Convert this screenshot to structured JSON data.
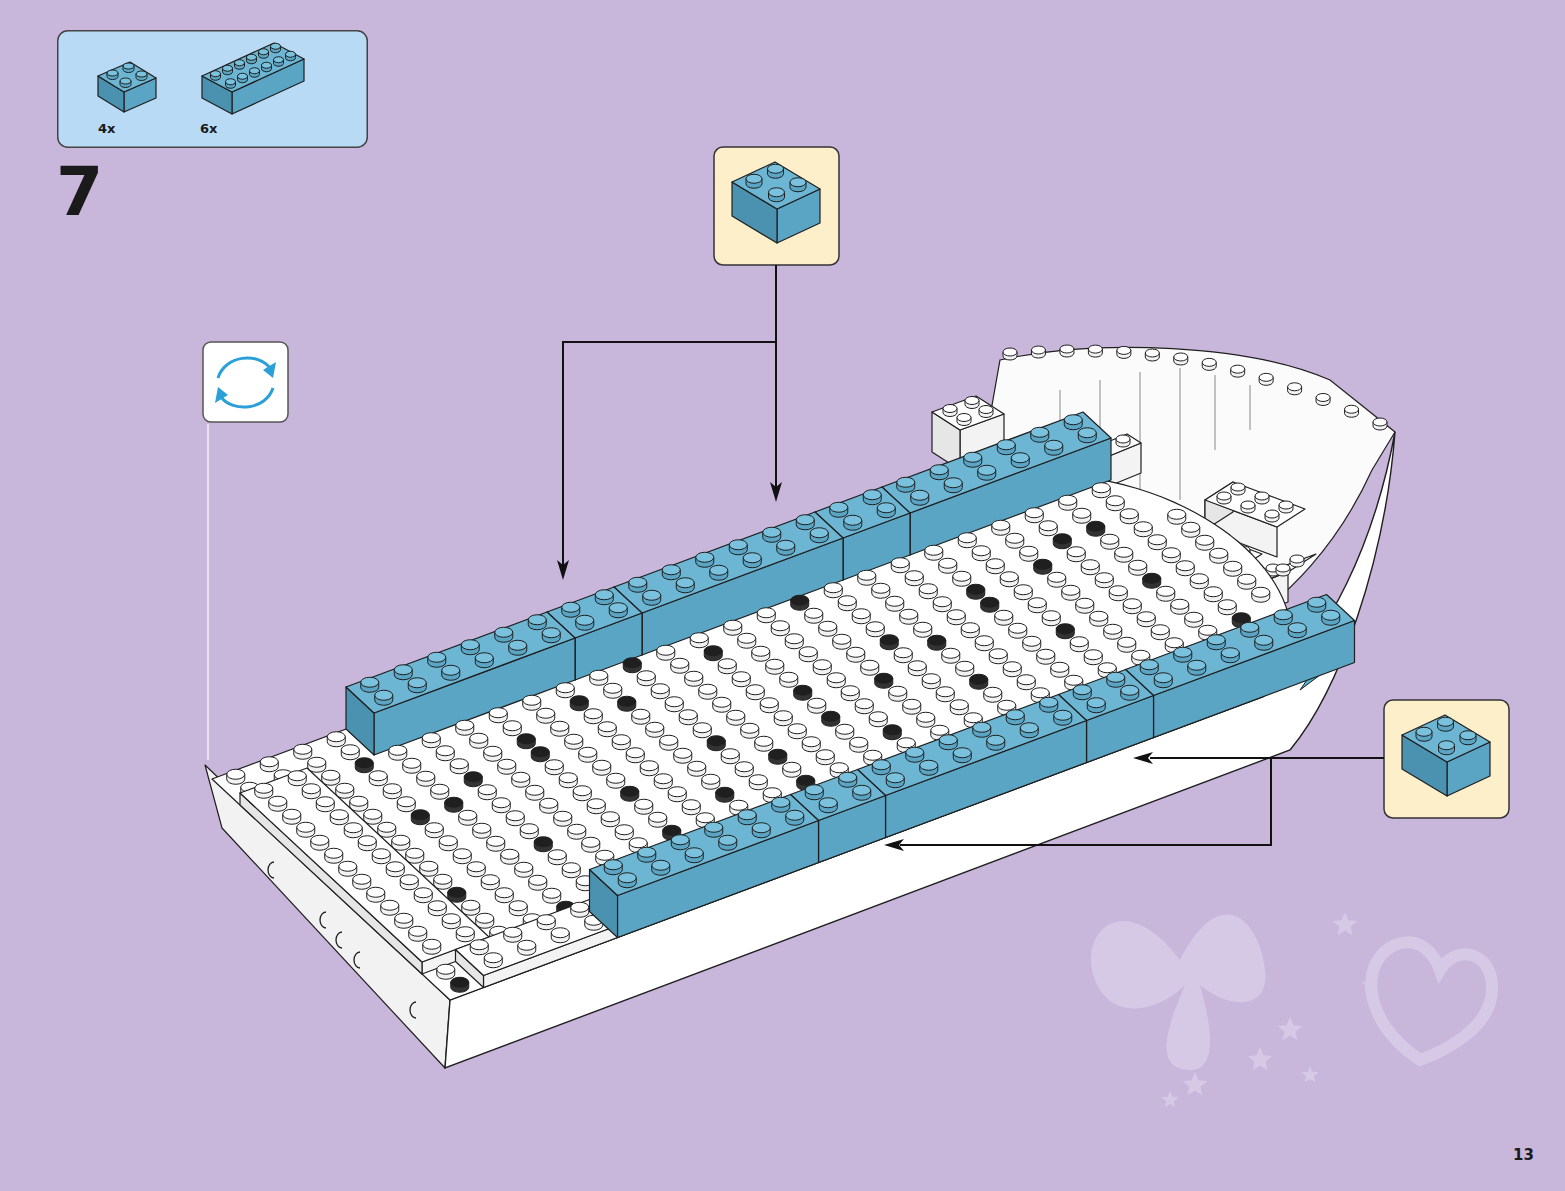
{
  "diagram": {
    "nodes": [
      {
        "text": [
          "4x",
          "6x"
        ]
      }
    ],
    "labels": [
      "7",
      "13"
    ]
  }
}
